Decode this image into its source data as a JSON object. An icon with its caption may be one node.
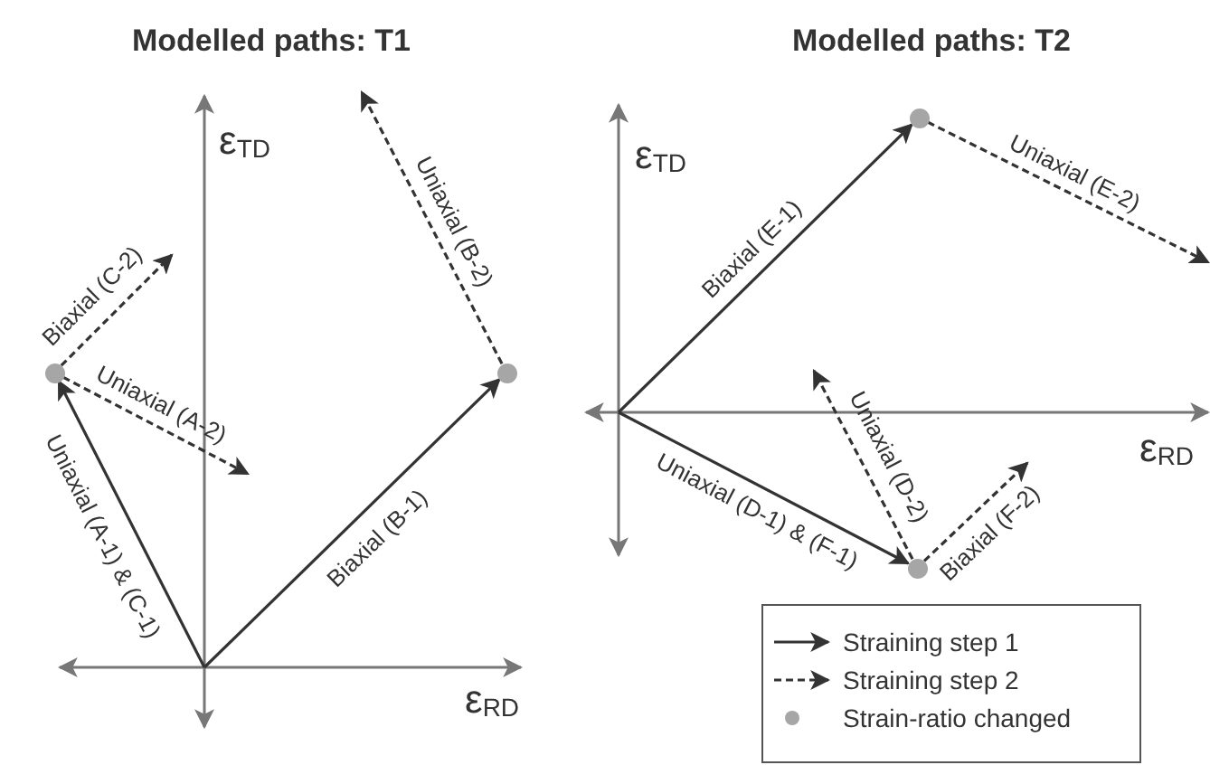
{
  "diagram": {
    "nodes": [
      {
        "text": [],
        "shape": "circle"
      },
      {
        "text": [],
        "shape": "circle"
      },
      {
        "text": [],
        "shape": "circle"
      },
      {
        "text": [],
        "shape": "circle"
      }
    ],
    "edges": [
      {
        "from": null,
        "to": 0,
        "arrow": "to",
        "label": "Uniaxial (A-1) & (C-1)"
      },
      {
        "from": null,
        "to": 1,
        "arrow": "to",
        "label": "Biaxial (B-1)"
      },
      {
        "from": 0,
        "to": null,
        "arrow": "to",
        "label": "Biaxial (C-2)",
        "style": "dashed"
      },
      {
        "from": 0,
        "to": null,
        "arrow": "to",
        "label": "Uniaxial (A-2)",
        "style": "dashed"
      },
      {
        "from": 1,
        "to": null,
        "arrow": "to",
        "label": "Uniaxial (B-2)",
        "style": "dashed"
      },
      {
        "from": null,
        "to": 2,
        "arrow": "to",
        "label": "Biaxial (E-1)"
      },
      {
        "from": 2,
        "to": null,
        "arrow": "to",
        "label": "Uniaxial (E-2)",
        "style": "dashed"
      },
      {
        "from": null,
        "to": 3,
        "arrow": "to",
        "label": "Uniaxial (D-1) & (F-1)"
      },
      {
        "from": 3,
        "to": null,
        "arrow": "to",
        "label": "Uniaxial (D-2)",
        "style": "dashed"
      },
      {
        "from": 3,
        "to": null,
        "arrow": "to",
        "label": "Biaxial (F-2)",
        "style": "dashed"
      }
    ],
    "labels": [
      "Modelled paths: T1",
      "ε$_{TD}$",
      "ε$_{RD}$",
      "Modelled paths: T2",
      "ε$_{TD}$",
      "ε$_{RD}$"
    ],
    "legend": [
      {
        "text": "Straining step 1"
      },
      {
        "text": "Straining step 2"
      },
      {
        "text": "Strain-ratio changed"
      }
    ]
  }
}
